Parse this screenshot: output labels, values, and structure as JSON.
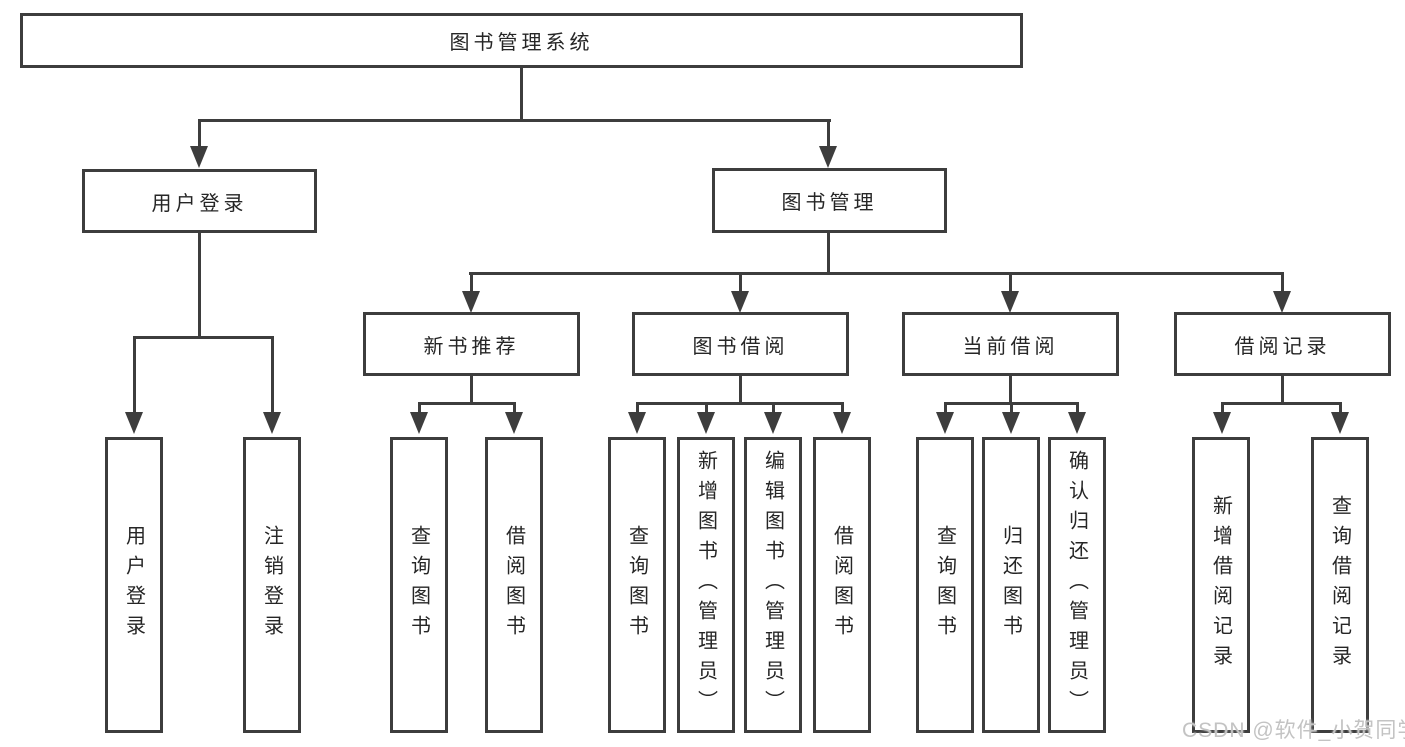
{
  "tree": {
    "root": {
      "label": "图书管理系统",
      "children": [
        {
          "label": "用户登录",
          "children": [
            {
              "label": "用户登录"
            },
            {
              "label": "注销登录"
            }
          ]
        },
        {
          "label": "图书管理",
          "children": [
            {
              "label": "新书推荐",
              "children": [
                {
                  "label": "查询图书"
                },
                {
                  "label": "借阅图书"
                }
              ]
            },
            {
              "label": "图书借阅",
              "children": [
                {
                  "label": "查询图书"
                },
                {
                  "label": "新增图书（管理员）"
                },
                {
                  "label": "编辑图书（管理员）"
                },
                {
                  "label": "借阅图书"
                }
              ]
            },
            {
              "label": "当前借阅",
              "children": [
                {
                  "label": "查询图书"
                },
                {
                  "label": "归还图书"
                },
                {
                  "label": "确认归还（管理员）"
                }
              ]
            },
            {
              "label": "借阅记录",
              "children": [
                {
                  "label": "新增借阅记录"
                },
                {
                  "label": "查询借阅记录"
                }
              ]
            }
          ]
        }
      ]
    }
  },
  "watermark": {
    "text": "CSDN @软件_小贺同学"
  },
  "colors": {
    "line": "#3d3d3d",
    "text": "#262626",
    "watermark": "#c3c3c3",
    "background": "#ffffff"
  }
}
